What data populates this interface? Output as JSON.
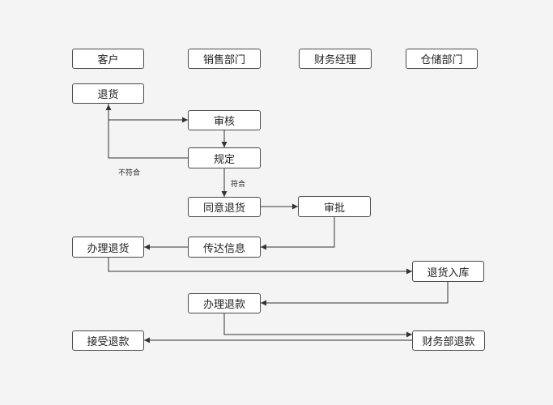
{
  "lanes": {
    "customer": "客户",
    "sales": "销售部门",
    "finance_manager": "财务经理",
    "warehouse": "仓储部门"
  },
  "nodes": {
    "return_goods": "退货",
    "review": "审核",
    "rules": "规定",
    "agree_return": "同意退货",
    "approve": "审批",
    "convey_info": "传达信息",
    "handle_return": "办理退货",
    "return_to_stock": "退货入库",
    "handle_refund": "办理退款",
    "receive_refund": "接受退款",
    "finance_refund": "财务部退款"
  },
  "edge_labels": {
    "not_compliant": "不符合",
    "compliant": "符合"
  },
  "colors": {
    "background": "#f4f4f4",
    "node_fill": "#ffffff",
    "stroke": "#4a4a4a"
  }
}
